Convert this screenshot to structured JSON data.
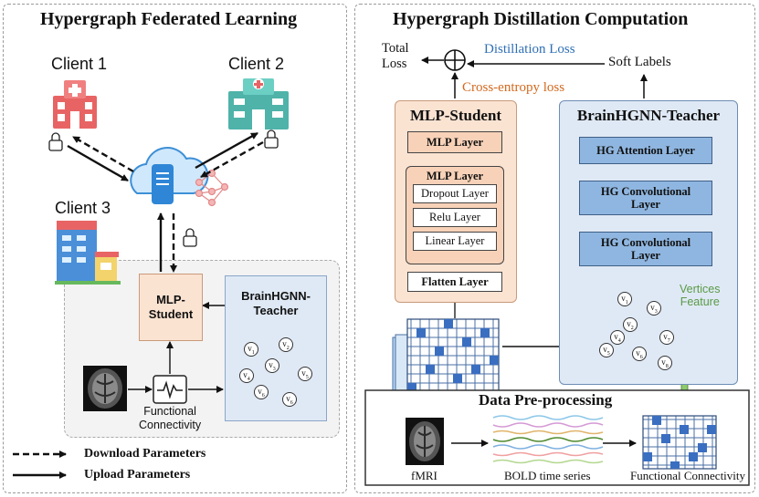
{
  "left": {
    "title": "Hypergraph Federated Learning",
    "client1": "Client 1",
    "client2": "Client 2",
    "client3": "Client 3",
    "mlp_student": "MLP-\nStudent",
    "teacher": "BrainHGNN-\nTeacher",
    "functional_connectivity": "Functional\nConnectivity",
    "legend_download": "Download Parameters",
    "legend_upload": "Upload Parameters",
    "vertices": [
      "v1",
      "v2",
      "v3",
      "v4",
      "v5",
      "v6"
    ]
  },
  "right": {
    "title": "Hypergraph Distillation Computation",
    "total_loss": "Total\nLoss",
    "distillation_loss": "Distillation Loss",
    "soft_labels": "Soft Labels",
    "cross_entropy": "Cross-entropy loss",
    "mlp_student_title": "MLP-Student",
    "mlp_layer_top": "MLP Layer",
    "mlp_layer_group": "MLP Layer",
    "dropout": "Dropout Layer",
    "relu": "Relu Layer",
    "linear": "Linear Layer",
    "flatten": "Flatten Layer",
    "teacher_title": "BrainHGNN-Teacher",
    "hg_attention": "HG Attention Layer",
    "hg_conv1": "HG Convolutional\nLayer",
    "hg_conv2": "HG Convolutional\nLayer",
    "vertices_feature": "Vertices\nFeature",
    "vertices": [
      "v1",
      "v2",
      "v3",
      "v4",
      "v5",
      "v6",
      "v7",
      "v8"
    ]
  },
  "preproc": {
    "title": "Data Pre-processing",
    "fmri": "fMRI",
    "bold": "BOLD time series",
    "fc": "Functional Connectivity"
  },
  "colors": {
    "distillation": "#2f6fb5",
    "cross_entropy": "#d2691e",
    "vertices_feature": "#5a9a46",
    "mlp_fill": "#fbe3d2",
    "teacher_fill": "#dfe9f5",
    "hg_layer": "#8fb6e0"
  }
}
